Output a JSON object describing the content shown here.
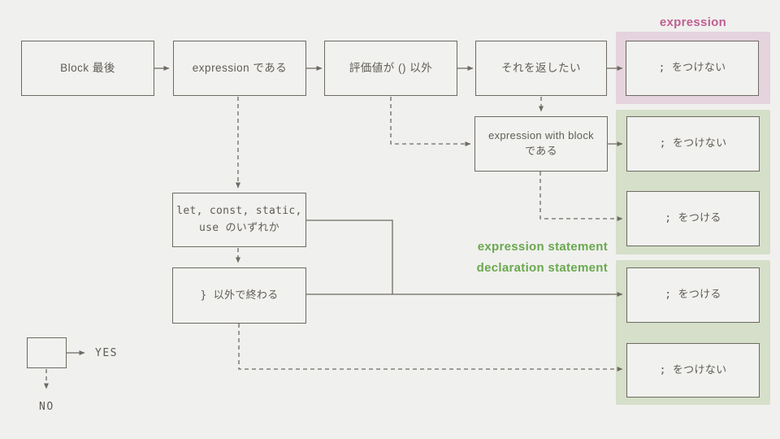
{
  "diagram": {
    "section_labels": {
      "expression": "expression",
      "expression_statement": "expression statement",
      "declaration_statement": "declaration statement"
    },
    "nodes": {
      "block_last": "Block 最後",
      "is_expression": "expression である",
      "eval_not_unit": "評価値が () 以外",
      "want_return": "それを返したい",
      "expr_no_semicolon": "; をつけない",
      "expr_with_block_line1": "expression with block",
      "expr_with_block_line2": "である",
      "ewb_no_semicolon": "; をつけない",
      "ewb_semicolon": "; をつける",
      "let_const_line1": "let, const, static,",
      "let_const_line2": "use のいずれか",
      "ends_not_brace": "} 以外で終わる",
      "decl_semicolon": "; をつける",
      "decl_no_semicolon": "; をつけない"
    },
    "legend": {
      "yes": "YES",
      "no": "NO"
    },
    "colors": {
      "background": "#f0f0ee",
      "box_border": "#6e6a62",
      "text": "#605c54",
      "accent_pink": "#bf5f92",
      "accent_green": "#6aa84f",
      "area_pink": "#e5d3de",
      "area_green": "#d5dfc9"
    }
  }
}
